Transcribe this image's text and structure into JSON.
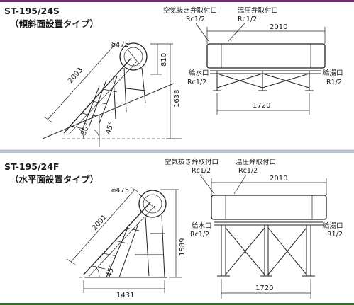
{
  "colors": {
    "top_band": "#6b2c6b",
    "bottom_band": "#3a6b2a",
    "divider": "#b9c3cf",
    "line": "#222222"
  },
  "section_s": {
    "model": "ST-195/24S",
    "subtitle": "（傾斜面設置タイプ）",
    "diameter": "⌀475",
    "length": "2093",
    "height_tank": "810",
    "height_total": "1638",
    "angle_roof": "30°",
    "angle_panel": "45°",
    "air_vent_label": "空気抜き弁取付口",
    "air_vent_size": "Rc1/2",
    "relief_label": "温圧弁取付口",
    "relief_size": "Rc1/2",
    "tank_length": "2010",
    "inlet_label": "給水口",
    "inlet_size": "Rc1/2",
    "outlet_label": "給湯口",
    "outlet_size": "R1/2",
    "frame_width": "1720"
  },
  "section_f": {
    "model": "ST-195/24F",
    "subtitle": "（水平面設置タイプ）",
    "diameter": "⌀475",
    "length": "2091",
    "height_total": "1589",
    "angle_panel": "45°",
    "base_depth": "1431",
    "air_vent_label": "空気抜き弁取付口",
    "air_vent_size": "Rc1/2",
    "relief_label": "温圧弁取付口",
    "relief_size": "Rc1/2",
    "tank_length": "2010",
    "inlet_label": "給水口",
    "inlet_size": "Rc1/2",
    "outlet_label": "給湯口",
    "outlet_size": "R1/2",
    "frame_width": "1720"
  }
}
